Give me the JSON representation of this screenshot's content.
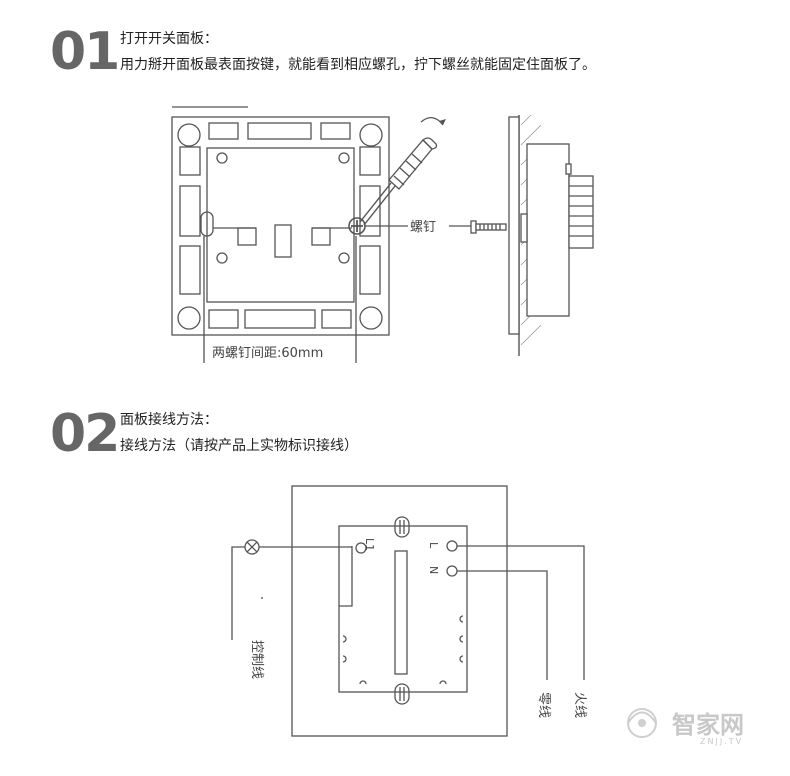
{
  "step1": {
    "number": "01",
    "title": "打开开关面板：",
    "description": "用力掰开面板最表面按键，就能看到相应螺孔，拧下螺丝就能固定住面板了。"
  },
  "step2": {
    "number": "02",
    "title": "面板接线方法：",
    "description": "接线方法（请按产品上实物标识接线）"
  },
  "figure1": {
    "screw_label": "螺钉",
    "spacing_label": "两螺钉间距:60mm"
  },
  "figure2": {
    "terminal_L1": "L1",
    "terminal_L": "L",
    "terminal_N": "N",
    "control_wire": "控制线",
    "neutral_wire": "零线",
    "live_wire": "火线"
  },
  "watermark": {
    "text": "智家网",
    "subtext": "ZNJJ.TV"
  },
  "colors": {
    "line": "#555555",
    "step_number": "#666666",
    "watermark": "#c8c8c8"
  }
}
